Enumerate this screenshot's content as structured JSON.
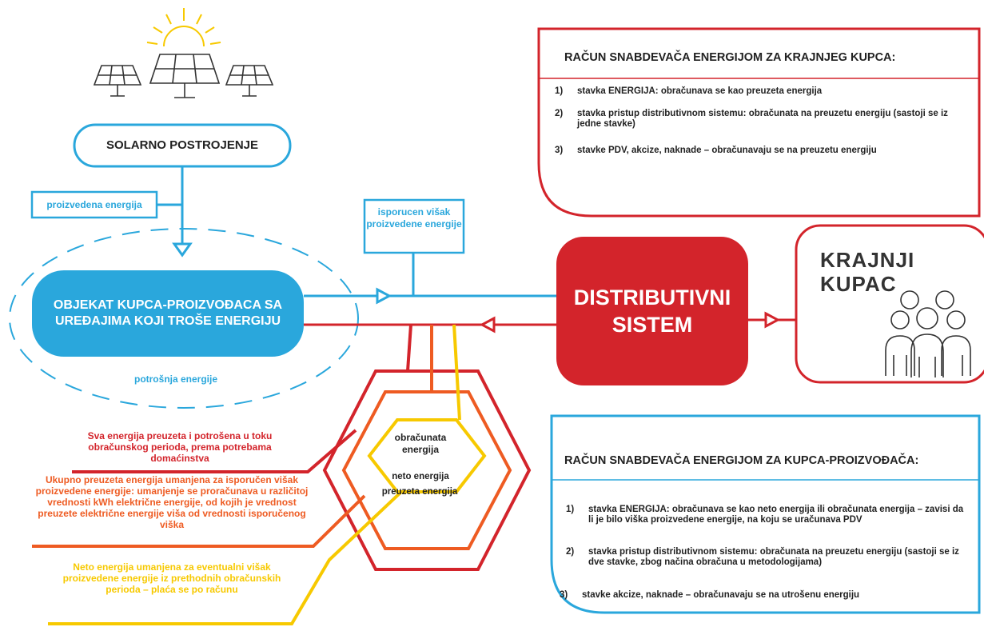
{
  "colors": {
    "blue": "#2aa7dc",
    "red": "#d3242b",
    "orange": "#ee5b22",
    "yellow": "#f7c900",
    "dark_text": "#222222"
  },
  "icons": [
    "sun-icon",
    "solar-panel-icon",
    "people-group-icon"
  ],
  "solar_plant": {
    "label": "SOLARNO POSTROJENJE"
  },
  "flows": {
    "produced": "proizvedena energija",
    "surplus": "isporucen višak proizvedene energije",
    "consumption": "potrošnja energije"
  },
  "consumer_object": {
    "label": "OBJEKAT KUPCA-PROIZVOĐACA SA UREĐAJIMA KOJI TROŠE ENERGIJU"
  },
  "distribution": {
    "label": "DISTRIBUTIVNI SISTEM"
  },
  "end_customer": {
    "label": "KRAJNJI KUPAC"
  },
  "bill_end_customer": {
    "title": "RAČUN SNABDEVAČA ENERGIJOM ZA KRAJNJEG KUPCA:",
    "items": [
      {
        "num": "1)",
        "text": "stavka ENERGIJA: obračunava se kao preuzeta energija"
      },
      {
        "num": "2)",
        "text": "stavka pristup distributivnom sistemu: obračunata na preuzetu energiju (sastoji se iz jedne stavke)"
      },
      {
        "num": "3)",
        "text": "stavke PDV, akcize, naknade – obračunavaju se na preuzetu energiju"
      }
    ]
  },
  "bill_prosumer": {
    "title": "RAČUN SNABDEVAČA ENERGIJOM ZA KUPCA-PROIZVOĐAČA:",
    "items": [
      {
        "num": "1)",
        "text": "stavka ENERGIJA: obračunava se kao neto energija ili obračunata energija – zavisi da li je bilo viška proizvedene energije, na koju se uračunava PDV"
      },
      {
        "num": "2)",
        "text": "stavka pristup distributivnom sistemu: obračunata na preuzetu energiju (sastoji se iz dve stavke, zbog načina obračuna u metodologijama)"
      },
      {
        "num": "3)",
        "text": "stavke akcize,  naknade – obračunavaju se na utrošenu energiju"
      }
    ]
  },
  "hexagons": {
    "billed": "obračunata energija",
    "net": "neto energija",
    "taken": "preuzeta energija"
  },
  "notes": {
    "taken": "Sva energija preuzeta i potrošena u toku obračunskog perioda, prema potrebama domaćinstva",
    "net": "Ukupno preuzeta energija umanjena za isporučen višak proizvedene energije: umanjenje se proračunava u različitoj vrednosti kWh električne energije, od kojih je vrednost preuzete električne energije viša od vrednosti isporučenog viška",
    "billed": "Neto energija umanjena za eventualni višak proizvedene energije iz prethodnih obračunskih perioda – plaća se po računu"
  }
}
